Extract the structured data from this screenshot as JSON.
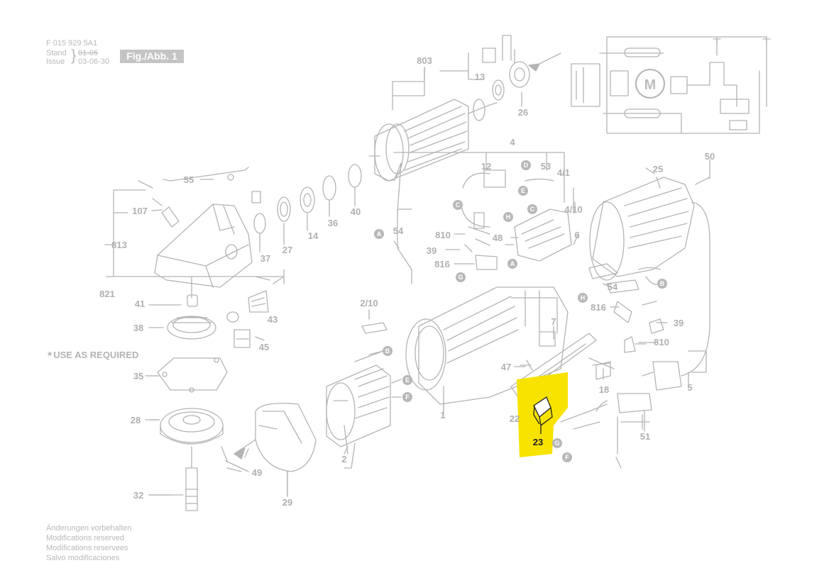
{
  "header": {
    "doc_number": "F 015 929 5A1",
    "stand_label": "Stand",
    "stand_value": "01-05",
    "issue_label": "Issue",
    "issue_value": "03-06-30",
    "figure_label": "Fig./Abb. 1"
  },
  "notes": {
    "use_as_required": "USE AS REQUIRED",
    "mods": [
      "Änderungen vorbehalten",
      "Modifications reserved",
      "Modifications reservees",
      "Salvo modificaciones"
    ]
  },
  "motor_symbol": "M",
  "highlighted_part": "23",
  "colors": {
    "line": "#b4b4b4",
    "highlight": "#f7e200",
    "text": "#a8a8a8",
    "dark": "#222222"
  },
  "callouts": {
    "c803": "803",
    "c13": "13",
    "c26": "26",
    "c4": "4",
    "c12": "12",
    "c53": "53",
    "c4_1": "4/1",
    "c4_10": "4/10",
    "c50": "50",
    "c25": "25",
    "c55": "55",
    "c107": "107",
    "c813": "813",
    "c821": "821",
    "c37": "37",
    "c27": "27",
    "c14": "14",
    "c36": "36",
    "c40": "40",
    "c54a": "54",
    "c810a": "810",
    "c48": "48",
    "c39a": "39",
    "c816a": "816",
    "c6": "6",
    "c54b": "54",
    "c816b": "816",
    "c39b": "39",
    "c810b": "810",
    "c41": "41",
    "c43": "43",
    "c38": "38",
    "c45": "45",
    "c2_10": "2/10",
    "c7": "7",
    "c47": "47",
    "c18": "18",
    "c5": "5",
    "c35": "35",
    "c28": "28",
    "c22": "22",
    "c23": "23",
    "c51": "51",
    "c1": "1",
    "c2": "2",
    "c49": "49",
    "c29": "29",
    "c32": "32"
  },
  "connectors": {
    "A": "A",
    "B": "B",
    "C": "C",
    "D": "D",
    "E": "E",
    "F": "F",
    "G": "G",
    "H": "H"
  }
}
